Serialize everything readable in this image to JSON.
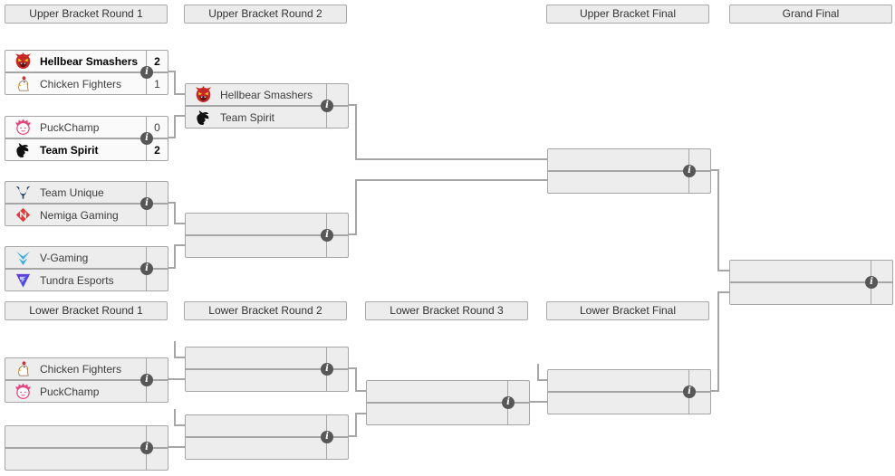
{
  "headers": {
    "upper": [
      "Upper Bracket Round 1",
      "Upper Bracket Round 2",
      "Upper Bracket Final",
      "Grand Final"
    ],
    "lower": [
      "Lower Bracket Round 1",
      "Lower Bracket Round 2",
      "Lower Bracket Round 3",
      "Lower Bracket Final"
    ]
  },
  "icons": {
    "info_glyph": "i"
  },
  "colors": {
    "connector_line": "#a6a6a6",
    "header_bg": "#ececec",
    "completed_match_bg": "#fafafa",
    "pending_match_bg": "#ededed",
    "info_icon_bg": "#575757",
    "winner_text": "#000000",
    "normal_text": "#3d3d3d"
  },
  "team_logos": {
    "hellbear_smashers": {
      "icon": "hellbear-smashers-logo",
      "color": "#c62828"
    },
    "chicken_fighters": {
      "icon": "chicken-fighters-logo",
      "color": "#ffffff"
    },
    "puckchamp": {
      "icon": "puckchamp-logo",
      "color": "#e4447c"
    },
    "team_spirit": {
      "icon": "team-spirit-logo",
      "color": "#111111"
    },
    "team_unique": {
      "icon": "team-unique-logo",
      "color": "#1d3c59"
    },
    "nemiga_gaming": {
      "icon": "nemiga-gaming-logo",
      "color": "#e03a3a"
    },
    "v_gaming": {
      "icon": "v-gaming-logo",
      "color": "#35aae2"
    },
    "tundra_esports": {
      "icon": "tundra-esports-logo",
      "color": "#5b3fd4"
    }
  },
  "matches": {
    "ub1_1": {
      "state": "completed",
      "rows": [
        {
          "team": "Hellbear Smashers",
          "score": "2",
          "winner": true
        },
        {
          "team": "Chicken Fighters",
          "score": "1",
          "winner": false
        }
      ]
    },
    "ub1_2": {
      "state": "completed",
      "rows": [
        {
          "team": "PuckChamp",
          "score": "0",
          "winner": false
        },
        {
          "team": "Team Spirit",
          "score": "2",
          "winner": true
        }
      ]
    },
    "ub1_3": {
      "state": "pending",
      "rows": [
        {
          "team": "Team Unique",
          "score": ""
        },
        {
          "team": "Nemiga Gaming",
          "score": ""
        }
      ]
    },
    "ub1_4": {
      "state": "pending",
      "rows": [
        {
          "team": "V-Gaming",
          "score": ""
        },
        {
          "team": "Tundra Esports",
          "score": ""
        }
      ]
    },
    "ub2_1": {
      "state": "pending",
      "rows": [
        {
          "team": "Hellbear Smashers",
          "score": ""
        },
        {
          "team": "Team Spirit",
          "score": ""
        }
      ]
    },
    "ub2_2": {
      "state": "pending",
      "rows": [
        {
          "team": "",
          "score": ""
        },
        {
          "team": "",
          "score": ""
        }
      ]
    },
    "ubf": {
      "state": "pending",
      "rows": [
        {
          "team": "",
          "score": ""
        },
        {
          "team": "",
          "score": ""
        }
      ]
    },
    "gf": {
      "state": "pending",
      "rows": [
        {
          "team": "",
          "score": ""
        },
        {
          "team": "",
          "score": ""
        }
      ]
    },
    "lb1_1": {
      "state": "pending",
      "rows": [
        {
          "team": "Chicken Fighters",
          "score": ""
        },
        {
          "team": "PuckChamp",
          "score": ""
        }
      ]
    },
    "lb1_2": {
      "state": "pending",
      "rows": [
        {
          "team": "",
          "score": ""
        },
        {
          "team": "",
          "score": ""
        }
      ]
    },
    "lb2_1": {
      "state": "pending",
      "rows": [
        {
          "team": "",
          "score": ""
        },
        {
          "team": "",
          "score": ""
        }
      ]
    },
    "lb2_2": {
      "state": "pending",
      "rows": [
        {
          "team": "",
          "score": ""
        },
        {
          "team": "",
          "score": ""
        }
      ]
    },
    "lb3": {
      "state": "pending",
      "rows": [
        {
          "team": "",
          "score": ""
        },
        {
          "team": "",
          "score": ""
        }
      ]
    },
    "lbf": {
      "state": "pending",
      "rows": [
        {
          "team": "",
          "score": ""
        },
        {
          "team": "",
          "score": ""
        }
      ]
    }
  }
}
